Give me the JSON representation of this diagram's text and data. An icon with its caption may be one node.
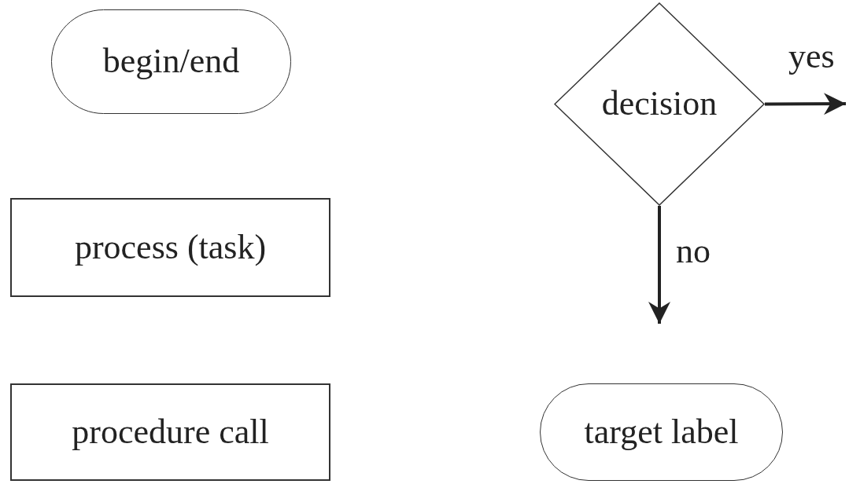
{
  "diagram": {
    "nodes": [
      {
        "text": [
          "begin/end"
        ]
      },
      {
        "text": [
          "process (task)"
        ]
      },
      {
        "text": [
          "procedure call"
        ]
      },
      {
        "text": [
          "decision"
        ]
      },
      {
        "text": [
          "target label"
        ]
      }
    ],
    "edges": [
      {
        "from": 3,
        "to": null,
        "arrow": "to",
        "label": "yes"
      },
      {
        "from": 3,
        "to": null,
        "arrow": "to",
        "label": "no"
      }
    ]
  }
}
